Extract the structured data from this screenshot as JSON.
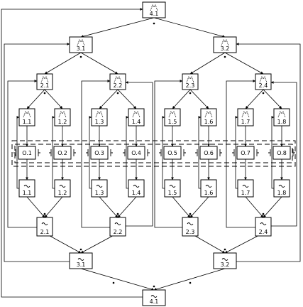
{
  "diagram": {
    "top_nodes": {
      "root_in": {
        "mark": "⩘",
        "label": "4.1"
      },
      "root_out": {
        "mark": "~",
        "label": "4.1"
      }
    },
    "in_level3": [
      {
        "mark": "⩘",
        "label": "3.1"
      },
      {
        "mark": "⩘",
        "label": "3.2"
      }
    ],
    "in_level2": [
      {
        "mark": "⩘",
        "label": "2.1"
      },
      {
        "mark": "⩘",
        "label": "2.2"
      },
      {
        "mark": "⩘",
        "label": "2.3"
      },
      {
        "mark": "⩘",
        "label": "2.4"
      }
    ],
    "in_level1": [
      {
        "mark": "⩘",
        "label": "1.1"
      },
      {
        "mark": "⩘",
        "label": "1.2"
      },
      {
        "mark": "⩘",
        "label": "1.3"
      },
      {
        "mark": "⩘",
        "label": "1.4"
      },
      {
        "mark": "⩘",
        "label": "1.5"
      },
      {
        "mark": "⩘",
        "label": "1.6"
      },
      {
        "mark": "⩘",
        "label": "1.7"
      },
      {
        "mark": "⩘",
        "label": "1.8"
      }
    ],
    "ops": [
      {
        "label": "O.1"
      },
      {
        "label": "O.2"
      },
      {
        "label": "O.3"
      },
      {
        "label": "O.4"
      },
      {
        "label": "O.5"
      },
      {
        "label": "O.6"
      },
      {
        "label": "O.7"
      },
      {
        "label": "O.8"
      }
    ],
    "out_level1": [
      {
        "mark": "~",
        "label": "1.1"
      },
      {
        "mark": "~",
        "label": "1.2"
      },
      {
        "mark": "~",
        "label": "1.3"
      },
      {
        "mark": "~",
        "label": "1.4"
      },
      {
        "mark": "~",
        "label": "1.5"
      },
      {
        "mark": "~",
        "label": "1.6"
      },
      {
        "mark": "~",
        "label": "1.7"
      },
      {
        "mark": "~",
        "label": "1.8"
      }
    ],
    "out_level2": [
      {
        "mark": "~",
        "label": "2.1"
      },
      {
        "mark": "~",
        "label": "2.2"
      },
      {
        "mark": "~",
        "label": "2.3"
      },
      {
        "mark": "~",
        "label": "2.4"
      }
    ],
    "out_level3": [
      {
        "mark": "~",
        "label": "3.1"
      },
      {
        "mark": "~",
        "label": "3.2"
      }
    ]
  }
}
